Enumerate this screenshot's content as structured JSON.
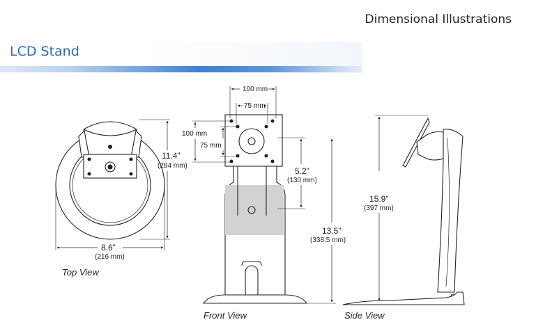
{
  "header": {
    "doc_title": "Dimensional Illustrations",
    "section_title": "LCD Stand"
  },
  "views": {
    "top": "Top View",
    "front": "Front View",
    "side": "Side View"
  },
  "dimensions": {
    "top_height_in": "11.4”",
    "top_height_mm": "(284 mm)",
    "top_width_in": "8.6”",
    "top_width_mm": "(216 mm)",
    "vesa_100_h": "100 mm",
    "vesa_75_h": "75 mm",
    "vesa_100_v": "100 mm",
    "vesa_75_v": "75 mm",
    "lift_in": "5.2”",
    "lift_mm": "(130 mm)",
    "front_height_in": "13.5”",
    "front_height_mm": "(338.5 mm)",
    "side_height_in": "15.9”",
    "side_height_mm": "(397 mm)"
  },
  "colors": {
    "accent": "#2f6db5",
    "bar": "#3e7fd0",
    "line": "#222222",
    "shade": "#d2d2d2"
  }
}
